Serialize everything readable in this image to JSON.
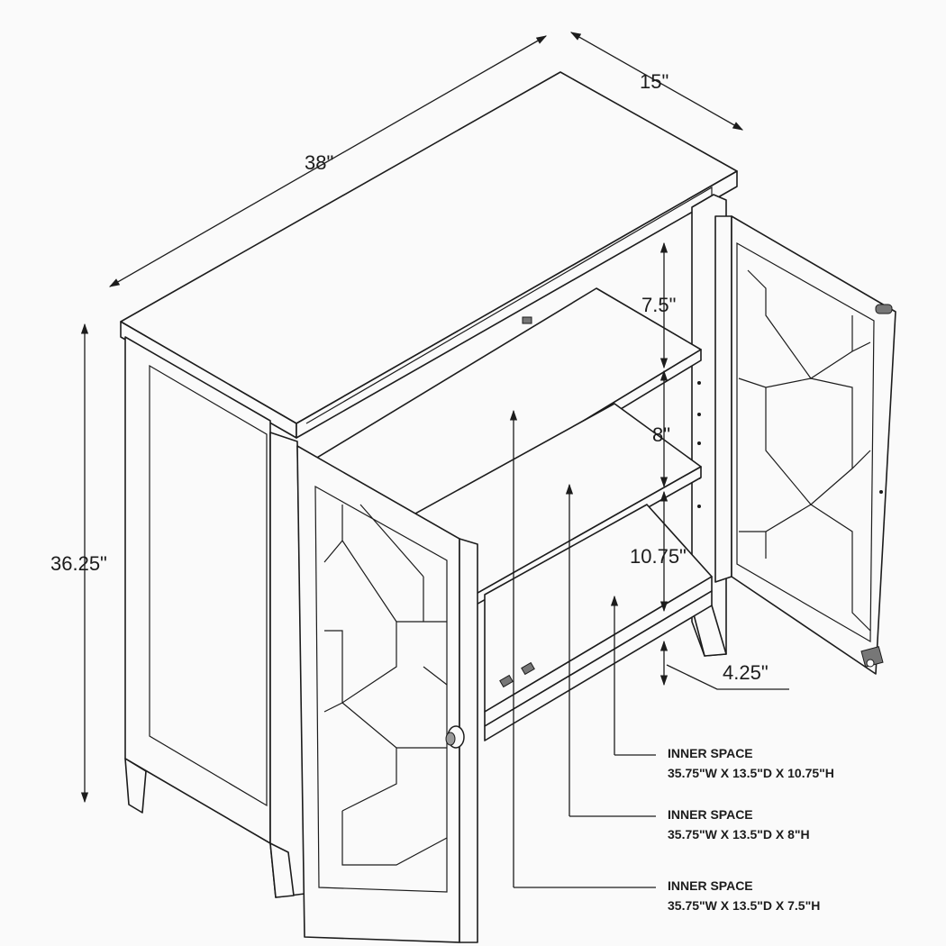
{
  "dimensions": {
    "width": "38\"",
    "depth": "15\"",
    "height": "36.25\"",
    "shelf_top": "7.5\"",
    "shelf_middle": "8\"",
    "shelf_bottom": "10.75\"",
    "leg_clearance": "4.25\""
  },
  "callouts": [
    {
      "title": "INNER SPACE",
      "spec": "35.75\"W X 13.5\"D X 10.75\"H"
    },
    {
      "title": "INNER SPACE",
      "spec": "35.75\"W X 13.5\"D X 8\"H"
    },
    {
      "title": "INNER SPACE",
      "spec": "35.75\"W X 13.5\"D X 7.5\"H"
    }
  ],
  "colors": {
    "line": "#1c1c1c",
    "background": "#fafafa",
    "hardware": "#777777"
  }
}
